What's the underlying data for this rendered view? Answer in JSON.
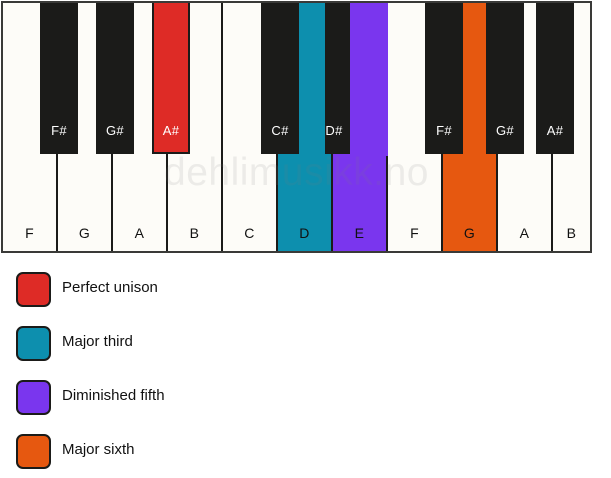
{
  "watermark": {
    "text": "dehlimusikk.no"
  },
  "colors": {
    "perfect_unison": "#DE2B26",
    "major_third": "#0D8FAE",
    "diminished_fifth": "#7A36EE",
    "major_sixth": "#E65810",
    "white_key": "#FDFCF8",
    "black_key": "#1B1B19",
    "frame": "#3A3A38"
  },
  "keyboard": {
    "white_keys": [
      {
        "label": "F",
        "highlight": null
      },
      {
        "label": "G",
        "highlight": null
      },
      {
        "label": "A",
        "highlight": null
      },
      {
        "label": "B",
        "highlight": null
      },
      {
        "label": "C",
        "highlight": null
      },
      {
        "label": "D",
        "highlight": "major_third"
      },
      {
        "label": "E",
        "highlight": "diminished_fifth"
      },
      {
        "label": "F",
        "highlight": null
      },
      {
        "label": "G",
        "highlight": "major_sixth"
      },
      {
        "label": "A",
        "highlight": null
      },
      {
        "label": "B",
        "highlight": null
      }
    ],
    "black_keys": [
      {
        "label": "F#",
        "highlight": null
      },
      {
        "label": "G#",
        "highlight": null
      },
      {
        "label": "A#",
        "highlight": "perfect_unison"
      },
      {
        "label": "C#",
        "highlight": null
      },
      {
        "label": "D#",
        "highlight": null
      },
      {
        "label": "F#",
        "highlight": null
      },
      {
        "label": "G#",
        "highlight": null
      },
      {
        "label": "A#",
        "highlight": null
      }
    ]
  },
  "legend": {
    "items": [
      {
        "label": "Perfect unison",
        "color": "#DE2B26"
      },
      {
        "label": "Major third",
        "color": "#0D8FAE"
      },
      {
        "label": "Diminished fifth",
        "color": "#7A36EE"
      },
      {
        "label": "Major sixth",
        "color": "#E65810"
      }
    ]
  }
}
